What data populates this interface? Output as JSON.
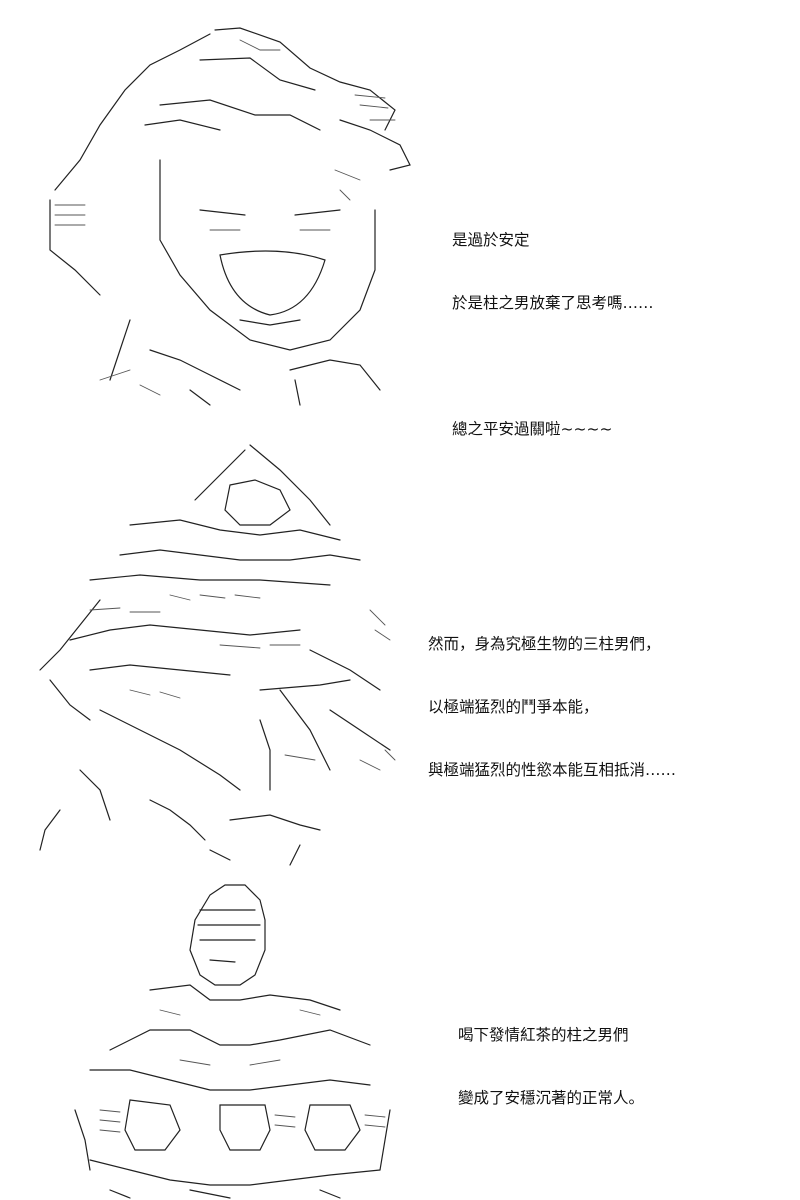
{
  "panels": [
    {
      "caption": [
        "是過於安定",
        "於是柱之男放棄了思考嗎……",
        "",
        "總之平安過關啦~~~~"
      ]
    },
    {
      "caption": [
        "然而，身為究極生物的三柱男們，",
        "以極端猛烈的鬥爭本能，",
        "與極端猛烈的性慾本能互相抵消……"
      ]
    },
    {
      "caption": [
        "喝下發情紅茶的柱之男們",
        "變成了安穩沉著的正常人。"
      ]
    }
  ]
}
